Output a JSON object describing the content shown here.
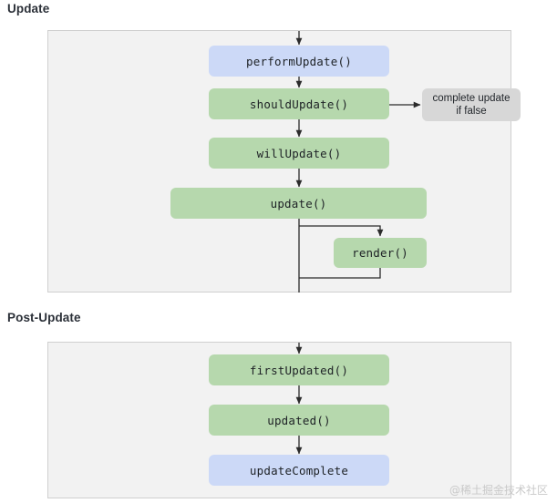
{
  "sections": [
    {
      "id": "update",
      "heading": "Update",
      "nodes": [
        {
          "name": "performUpdate()",
          "style": "blue"
        },
        {
          "name": "shouldUpdate()",
          "style": "green"
        },
        {
          "name": "complete update\nif false",
          "style": "gray",
          "line1": "complete update",
          "line2": "if false"
        },
        {
          "name": "willUpdate()",
          "style": "green"
        },
        {
          "name": "update()",
          "style": "green"
        },
        {
          "name": "render()",
          "style": "green"
        }
      ]
    },
    {
      "id": "post-update",
      "heading": "Post-Update",
      "nodes": [
        {
          "name": "firstUpdated()",
          "style": "green"
        },
        {
          "name": "updated()",
          "style": "green"
        },
        {
          "name": "updateComplete",
          "style": "blue"
        }
      ]
    }
  ],
  "update_section": {
    "heading": "Update",
    "perform_update": "performUpdate()",
    "should_update": "shouldUpdate()",
    "complete_update_line1": "complete update",
    "complete_update_line2": "if false",
    "will_update": "willUpdate()",
    "update": "update()",
    "render": "render()"
  },
  "post_update_section": {
    "heading": "Post-Update",
    "first_updated": "firstUpdated()",
    "updated": "updated()",
    "update_complete": "updateComplete"
  },
  "watermark": "@稀土掘金技术社区",
  "colors": {
    "green": "#b6d8ad",
    "blue": "#ccd9f7",
    "gray": "#d7d7d7",
    "panel_bg": "#f2f2f2",
    "panel_border": "#cfcfcf",
    "edge": "#2b2b2b",
    "heading_text": "#2b3038"
  }
}
